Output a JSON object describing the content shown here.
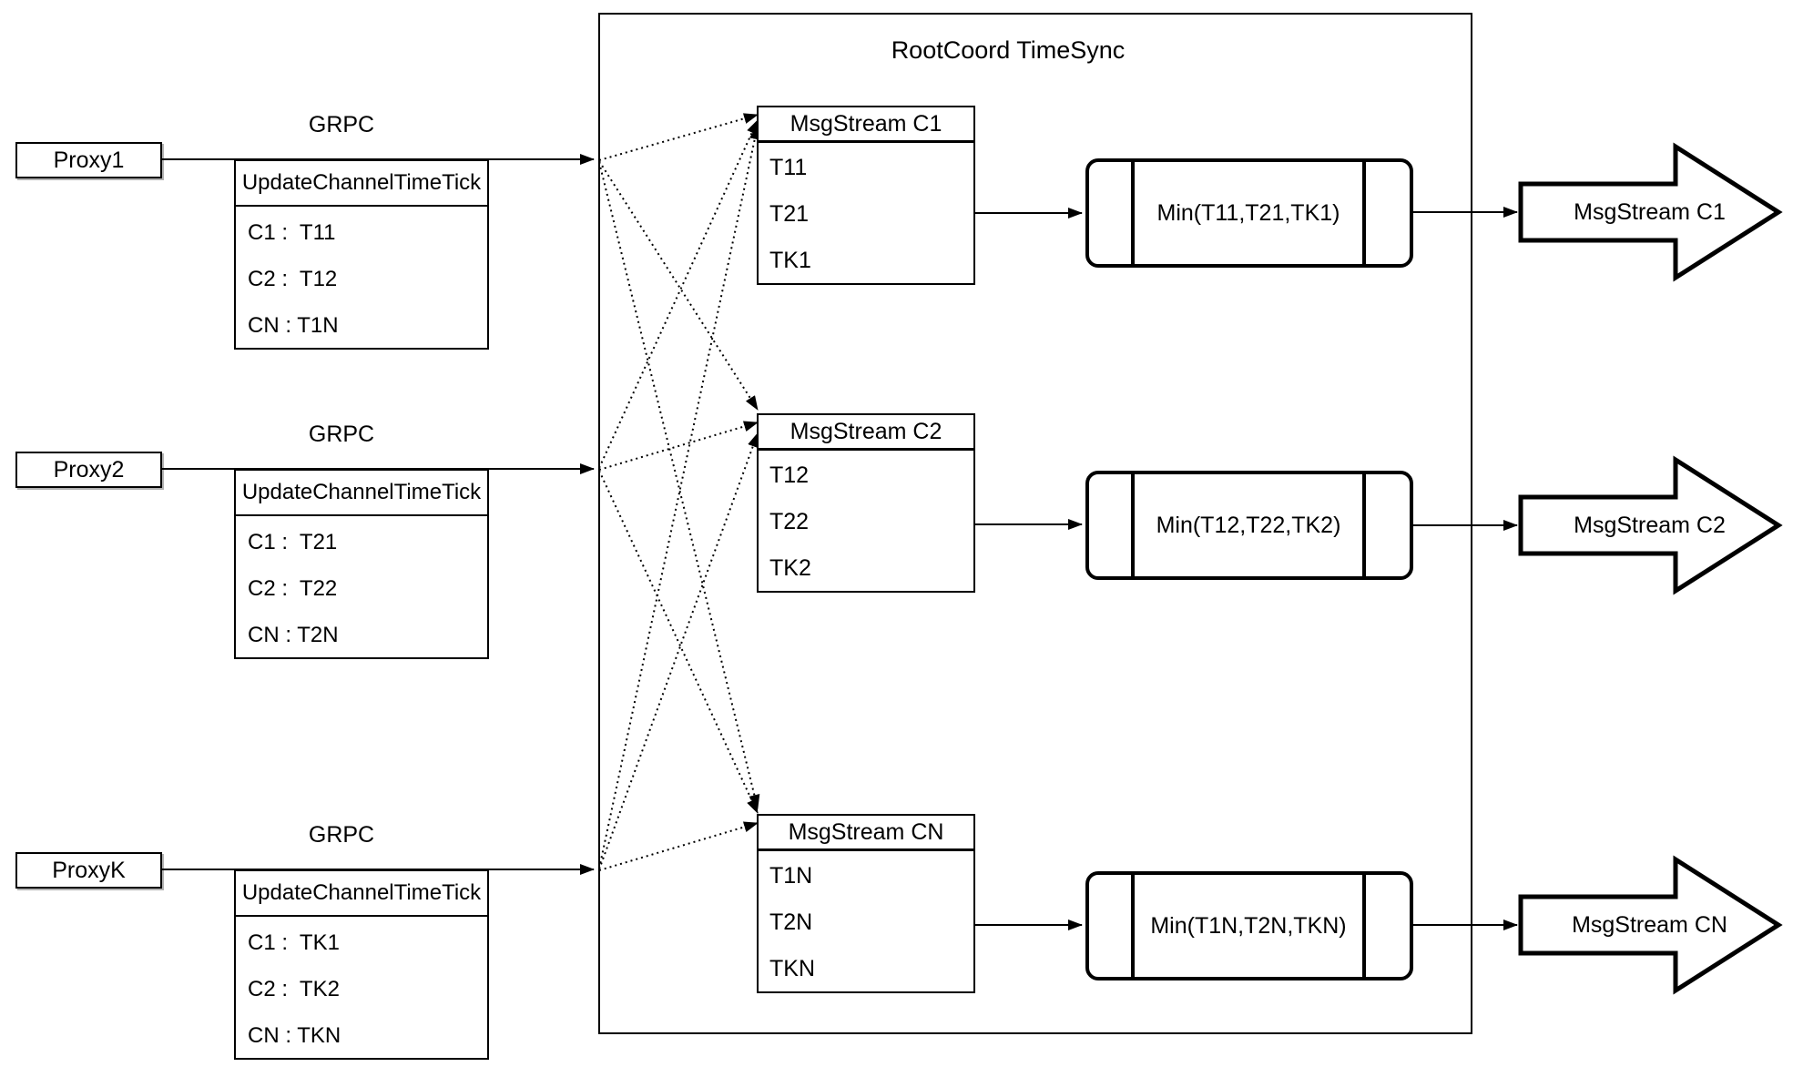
{
  "title": "RootCoord TimeSync",
  "colors": {
    "stroke": "#000000",
    "background": "#ffffff"
  },
  "rows": [
    {
      "proxy": "Proxy1",
      "grpc_label": "GRPC",
      "request": {
        "header": "UpdateChannelTimeTick",
        "entries": [
          "C1 :  T11",
          "C2 :  T12",
          "CN : T1N"
        ]
      },
      "msgstream": {
        "header": "MsgStream C1",
        "entries": [
          "T11",
          "T21",
          "TK1"
        ]
      },
      "min_label": "Min(T11,T21,TK1)",
      "out_arrow": "MsgStream C1"
    },
    {
      "proxy": "Proxy2",
      "grpc_label": "GRPC",
      "request": {
        "header": "UpdateChannelTimeTick",
        "entries": [
          "C1 :  T21",
          "C2 :  T22",
          "CN : T2N"
        ]
      },
      "msgstream": {
        "header": "MsgStream C2",
        "entries": [
          "T12",
          "T22",
          "TK2"
        ]
      },
      "min_label": "Min(T12,T22,TK2)",
      "out_arrow": "MsgStream C2"
    },
    {
      "proxy": "ProxyK",
      "grpc_label": "GRPC",
      "request": {
        "header": "UpdateChannelTimeTick",
        "entries": [
          "C1 :  TK1",
          "C2 :  TK2",
          "CN : TKN"
        ]
      },
      "msgstream": {
        "header": "MsgStream CN",
        "entries": [
          "T1N",
          "T2N",
          "TKN"
        ]
      },
      "min_label": "Min(T1N,T2N,TKN)",
      "out_arrow": "MsgStream CN"
    }
  ]
}
